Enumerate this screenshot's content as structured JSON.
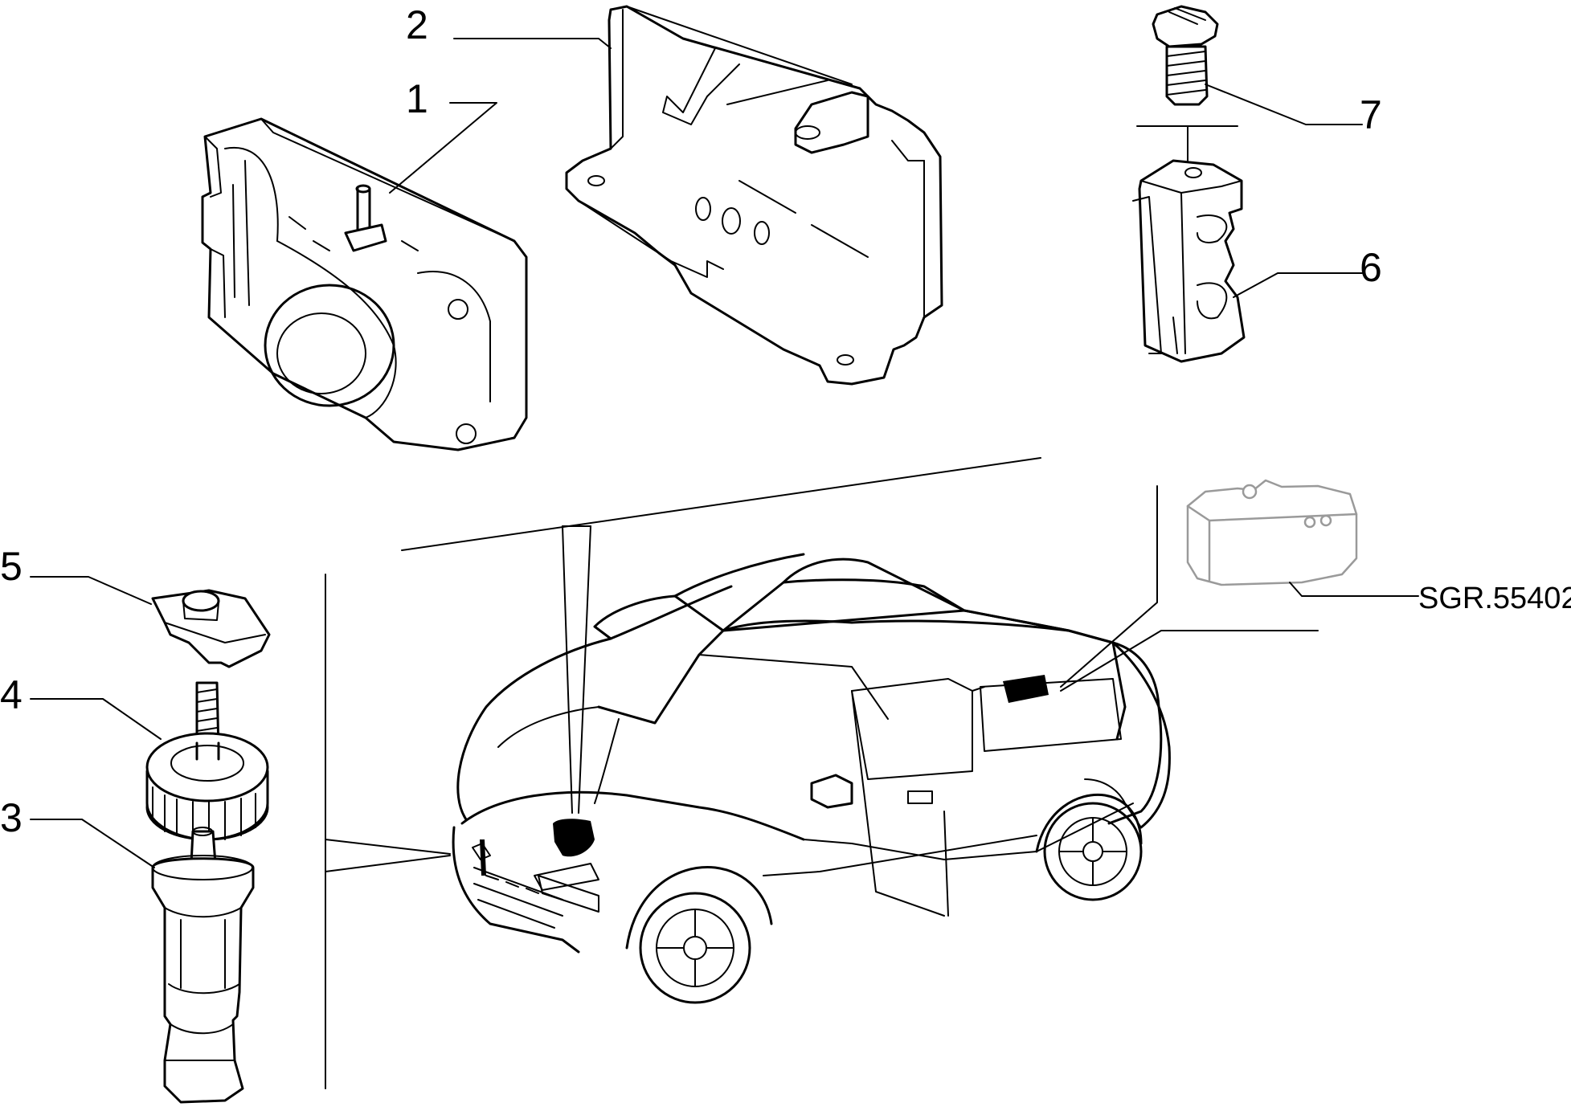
{
  "diagram": {
    "callouts": [
      {
        "id": "1",
        "label": "1"
      },
      {
        "id": "2",
        "label": "2"
      },
      {
        "id": "3",
        "label": "3"
      },
      {
        "id": "4",
        "label": "4"
      },
      {
        "id": "5",
        "label": "5"
      },
      {
        "id": "6",
        "label": "6"
      },
      {
        "id": "7",
        "label": "7"
      }
    ],
    "reference_code": "SGR.55402",
    "colors": {
      "line": "#000000",
      "secondary": "#9a9a9a",
      "background": "#ffffff"
    }
  }
}
